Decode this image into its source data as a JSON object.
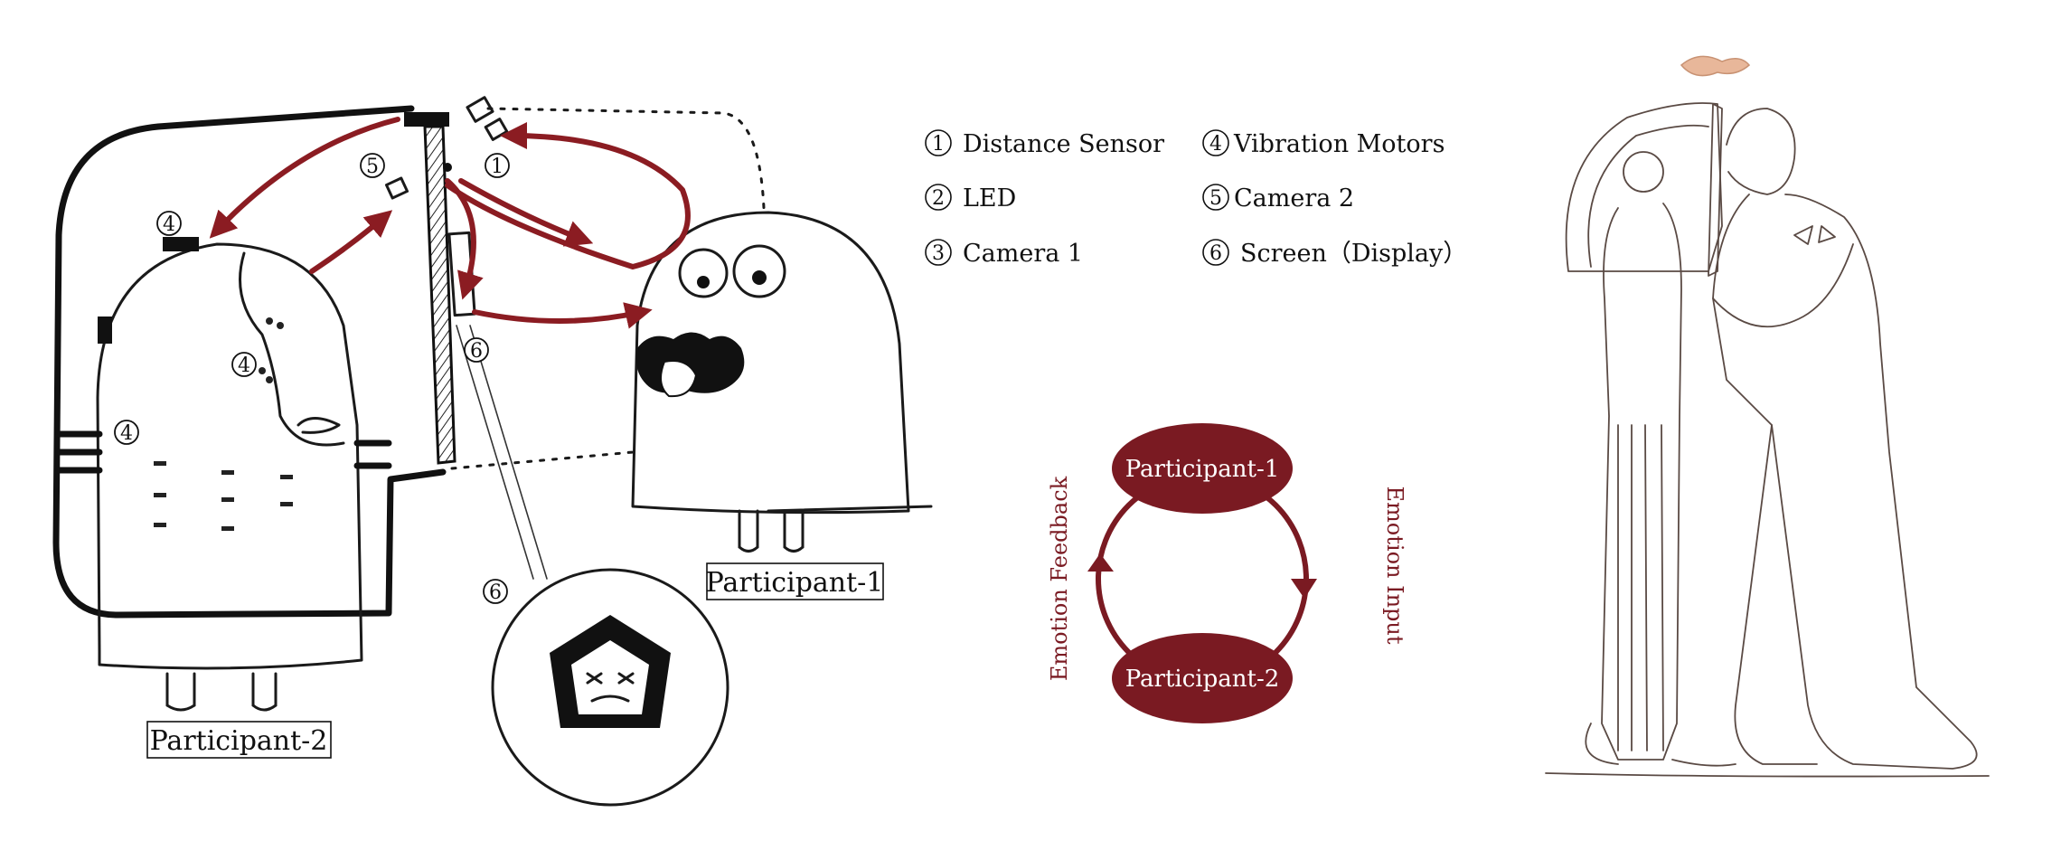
{
  "legend": {
    "items": [
      {
        "num": "1",
        "label": "Distance Sensor"
      },
      {
        "num": "4",
        "label": "Vibration Motors"
      },
      {
        "num": "2",
        "label": "LED"
      },
      {
        "num": "5",
        "label": "Camera 2"
      },
      {
        "num": "3",
        "label": "Camera 1"
      },
      {
        "num": "6",
        "label": "Screen（Display）"
      }
    ]
  },
  "sketch_markers": {
    "m1": "1",
    "m4_top": "4",
    "m4_mid": "4",
    "m4_left": "4",
    "m5": "5",
    "m6_screen": "6",
    "m6_zoom": "6"
  },
  "participants": {
    "p1": "Participant-1",
    "p2": "Participant-2"
  },
  "cycle": {
    "node_top": "Participant-1",
    "node_bottom": "Participant-2",
    "left_label": "Emotion Feedback",
    "right_label": "Emotion Input"
  },
  "colors": {
    "accent_red": "#8b1c22",
    "node_fill": "#7a1a22",
    "ink": "#1a1a1a"
  }
}
